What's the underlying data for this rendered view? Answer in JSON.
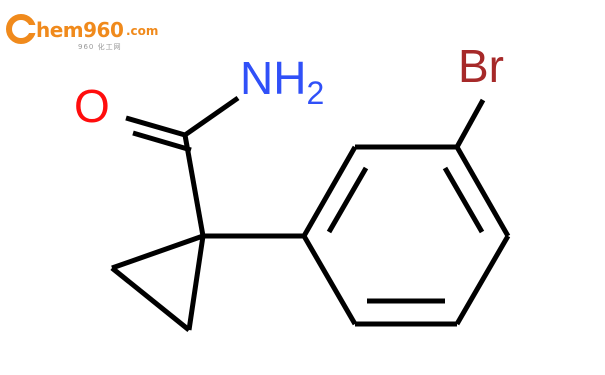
{
  "watermark": {
    "logo_text": "hem960",
    "domain": ".com",
    "sub_text": "960 化工网"
  },
  "molecule": {
    "atoms": {
      "oxygen": "O",
      "nitrogen": "NH",
      "nitrogen_subscript": "2",
      "bromine": "Br"
    },
    "colors": {
      "bond": "#000000",
      "oxygen": "#ff0d0d",
      "nitrogen": "#3050f8",
      "bromine": "#a62929",
      "watermark": "#f08a1c"
    }
  }
}
